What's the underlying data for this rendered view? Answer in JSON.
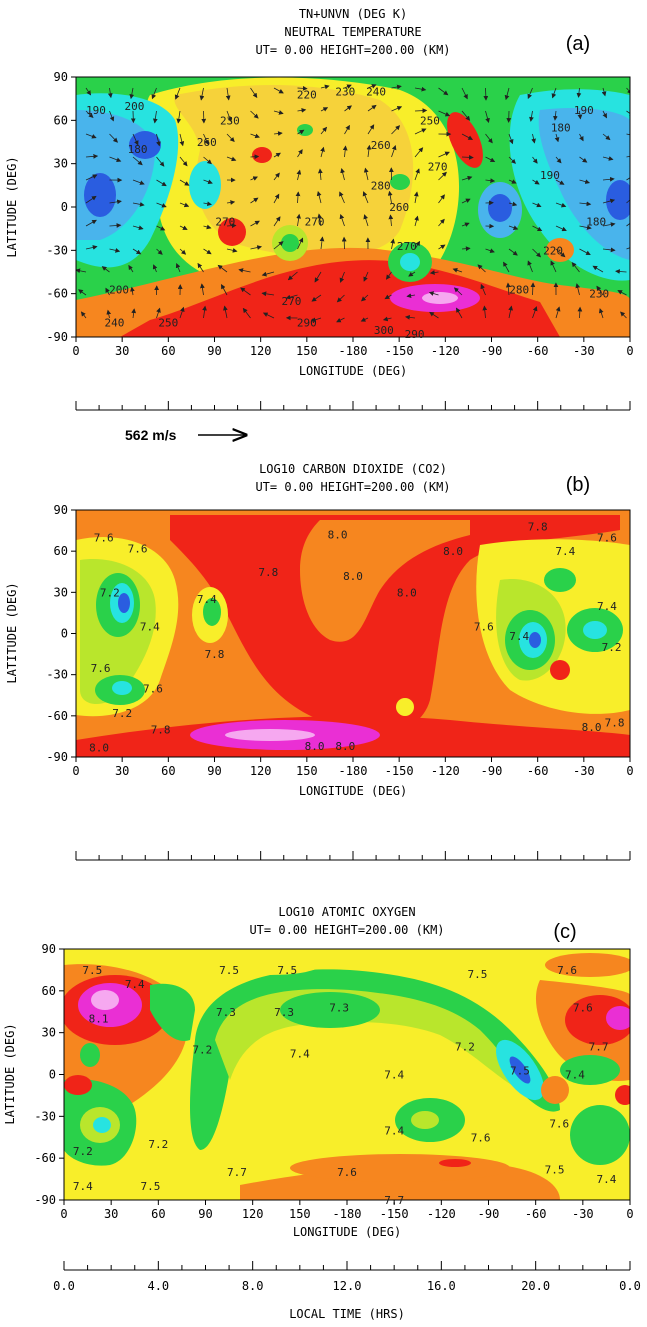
{
  "chart_data": [
    {
      "type": "heatmap",
      "panel_label": "(a)",
      "title_lines": [
        "TN+UNVN (DEG K)",
        "NEUTRAL TEMPERATURE",
        "UT= 0.00 HEIGHT=200.00 (KM)"
      ],
      "xlabel": "LONGITUDE (DEG)",
      "ylabel": "LATITUDE (DEG)",
      "x_ticks": [
        "0",
        "30",
        "60",
        "90",
        "120",
        "150",
        "-180",
        "-150",
        "-120",
        "-90",
        "-60",
        "-30",
        "0"
      ],
      "y_ticks": [
        90,
        60,
        30,
        0,
        -30,
        -60,
        -90
      ],
      "ylim": [
        -90,
        90
      ],
      "contour_labels": [
        {
          "value": "190",
          "lon": 13,
          "lat": 67
        },
        {
          "value": "200",
          "lon": 38,
          "lat": 70
        },
        {
          "value": "180",
          "lon": 40,
          "lat": 40
        },
        {
          "value": "230",
          "lon": 100,
          "lat": 60
        },
        {
          "value": "220",
          "lon": 150,
          "lat": 78
        },
        {
          "value": "230",
          "lon": 175,
          "lat": 80
        },
        {
          "value": "240",
          "lon": 195,
          "lat": 80
        },
        {
          "value": "250",
          "lon": 230,
          "lat": 60
        },
        {
          "value": "260",
          "lon": 85,
          "lat": 45
        },
        {
          "value": "260",
          "lon": 198,
          "lat": 43
        },
        {
          "value": "280",
          "lon": 198,
          "lat": 15
        },
        {
          "value": "270",
          "lon": 235,
          "lat": 28
        },
        {
          "value": "260",
          "lon": 210,
          "lat": 0
        },
        {
          "value": "270",
          "lon": 97,
          "lat": -10
        },
        {
          "value": "270",
          "lon": 155,
          "lat": -10
        },
        {
          "value": "270",
          "lon": 215,
          "lat": -27
        },
        {
          "value": "270",
          "lon": 140,
          "lat": -65
        },
        {
          "value": "290",
          "lon": 150,
          "lat": -80
        },
        {
          "value": "300",
          "lon": 200,
          "lat": -85
        },
        {
          "value": "290",
          "lon": 220,
          "lat": -88
        },
        {
          "value": "200",
          "lon": 28,
          "lat": -57
        },
        {
          "value": "240",
          "lon": 25,
          "lat": -80
        },
        {
          "value": "250",
          "lon": 60,
          "lat": -80
        },
        {
          "value": "280",
          "lon": 288,
          "lat": -57
        },
        {
          "value": "190",
          "lon": 330,
          "lat": 67
        },
        {
          "value": "180",
          "lon": 315,
          "lat": 55
        },
        {
          "value": "190",
          "lon": 308,
          "lat": 22
        },
        {
          "value": "180",
          "lon": 338,
          "lat": -10
        },
        {
          "value": "220",
          "lon": 310,
          "lat": -30
        },
        {
          "value": "230",
          "lon": 340,
          "lat": -60
        }
      ],
      "wind_scale": "562 m/s"
    },
    {
      "type": "heatmap",
      "panel_label": "(b)",
      "title_lines": [
        "LOG10 CARBON DIOXIDE (CO2)",
        "UT= 0.00 HEIGHT=200.00 (KM)"
      ],
      "xlabel": "LONGITUDE (DEG)",
      "ylabel": "LATITUDE (DEG)",
      "x_ticks": [
        "0",
        "30",
        "60",
        "90",
        "120",
        "150",
        "-180",
        "-150",
        "-120",
        "-90",
        "-60",
        "-30",
        "0"
      ],
      "y_ticks": [
        90,
        60,
        30,
        0,
        -30,
        -60,
        -90
      ],
      "ylim": [
        -90,
        90
      ],
      "contour_labels": [
        {
          "value": "7.6",
          "lon": 18,
          "lat": 70
        },
        {
          "value": "7.6",
          "lon": 40,
          "lat": 62
        },
        {
          "value": "7.2",
          "lon": 22,
          "lat": 30
        },
        {
          "value": "7.4",
          "lon": 48,
          "lat": 5
        },
        {
          "value": "7.6",
          "lon": 16,
          "lat": -25
        },
        {
          "value": "7.6",
          "lon": 50,
          "lat": -40
        },
        {
          "value": "7.2",
          "lon": 30,
          "lat": -58
        },
        {
          "value": "7.8",
          "lon": 55,
          "lat": -70
        },
        {
          "value": "8.0",
          "lon": 15,
          "lat": -83
        },
        {
          "value": "7.4",
          "lon": 85,
          "lat": 25
        },
        {
          "value": "7.8",
          "lon": 125,
          "lat": 45
        },
        {
          "value": "7.8",
          "lon": 90,
          "lat": -15
        },
        {
          "value": "8.0",
          "lon": 170,
          "lat": 72
        },
        {
          "value": "8.0",
          "lon": 180,
          "lat": 42
        },
        {
          "value": "8.0",
          "lon": 215,
          "lat": 30
        },
        {
          "value": "8.0",
          "lon": 245,
          "lat": 60
        },
        {
          "value": "8.0",
          "lon": 155,
          "lat": -82
        },
        {
          "value": "8.0",
          "lon": 175,
          "lat": -82
        },
        {
          "value": "7.6",
          "lon": 265,
          "lat": 5
        },
        {
          "value": "7.4",
          "lon": 288,
          "lat": -2
        },
        {
          "value": "7.8",
          "lon": 300,
          "lat": 78
        },
        {
          "value": "7.4",
          "lon": 318,
          "lat": 60
        },
        {
          "value": "7.6",
          "lon": 345,
          "lat": 70
        },
        {
          "value": "7.4",
          "lon": 345,
          "lat": 20
        },
        {
          "value": "7.2",
          "lon": 348,
          "lat": -10
        },
        {
          "value": "8.0",
          "lon": 335,
          "lat": -68
        },
        {
          "value": "7.8",
          "lon": 350,
          "lat": -65
        }
      ]
    },
    {
      "type": "heatmap",
      "panel_label": "(c)",
      "title_lines": [
        "LOG10 ATOMIC OXYGEN",
        "UT= 0.00 HEIGHT=200.00 (KM)"
      ],
      "xlabel": "LONGITUDE (DEG)",
      "ylabel": "LATITUDE (DEG)",
      "x_ticks": [
        "0",
        "30",
        "60",
        "90",
        "120",
        "150",
        "-180",
        "-150",
        "-120",
        "-90",
        "-60",
        "-30",
        "0"
      ],
      "y_ticks": [
        90,
        60,
        30,
        0,
        -30,
        -60,
        -90
      ],
      "ylim": [
        -90,
        90
      ],
      "secondary_x_label": "LOCAL TIME (HRS)",
      "secondary_x_ticks": [
        "0.0",
        "4.0",
        "8.0",
        "12.0",
        "16.0",
        "20.0",
        "0.0"
      ],
      "contour_labels": [
        {
          "value": "7.5",
          "lon": 18,
          "lat": 75
        },
        {
          "value": "7.4",
          "lon": 45,
          "lat": 65
        },
        {
          "value": "8.1",
          "lon": 22,
          "lat": 40
        },
        {
          "value": "7.2",
          "lon": 88,
          "lat": 18
        },
        {
          "value": "7.3",
          "lon": 103,
          "lat": 45
        },
        {
          "value": "7.5",
          "lon": 105,
          "lat": 75
        },
        {
          "value": "7.5",
          "lon": 142,
          "lat": 75
        },
        {
          "value": "7.3",
          "lon": 140,
          "lat": 45
        },
        {
          "value": "7.3",
          "lon": 175,
          "lat": 48
        },
        {
          "value": "7.5",
          "lon": 263,
          "lat": 72
        },
        {
          "value": "7.2",
          "lon": 255,
          "lat": 20
        },
        {
          "value": "7.4",
          "lon": 150,
          "lat": 15
        },
        {
          "value": "7.4",
          "lon": 210,
          "lat": 0
        },
        {
          "value": "7.5",
          "lon": 290,
          "lat": 3
        },
        {
          "value": "7.4",
          "lon": 210,
          "lat": -40
        },
        {
          "value": "7.6",
          "lon": 265,
          "lat": -45
        },
        {
          "value": "7.6",
          "lon": 315,
          "lat": -35
        },
        {
          "value": "7.2",
          "lon": 12,
          "lat": -55
        },
        {
          "value": "7.2",
          "lon": 60,
          "lat": -50
        },
        {
          "value": "7.4",
          "lon": 12,
          "lat": -80
        },
        {
          "value": "7.5",
          "lon": 55,
          "lat": -80
        },
        {
          "value": "7.6",
          "lon": 180,
          "lat": -70
        },
        {
          "value": "7.7",
          "lon": 110,
          "lat": -70
        },
        {
          "value": "7.7",
          "lon": 210,
          "lat": -90
        },
        {
          "value": "7.6",
          "lon": 320,
          "lat": 75
        },
        {
          "value": "7.6",
          "lon": 330,
          "lat": 48
        },
        {
          "value": "7.7",
          "lon": 340,
          "lat": 20
        },
        {
          "value": "7.4",
          "lon": 325,
          "lat": 0
        },
        {
          "value": "7.5",
          "lon": 312,
          "lat": -68
        },
        {
          "value": "7.4",
          "lon": 345,
          "lat": -75
        }
      ]
    }
  ],
  "colors": {
    "magenta": "#ea2fd4",
    "red": "#f02418",
    "orange": "#f6861f",
    "yellow": "#f8ee2a",
    "lime": "#b9e62c",
    "green": "#2ad14a",
    "cyan": "#27e3e0",
    "lightblue": "#49b4ec",
    "blue": "#2a5de0"
  }
}
